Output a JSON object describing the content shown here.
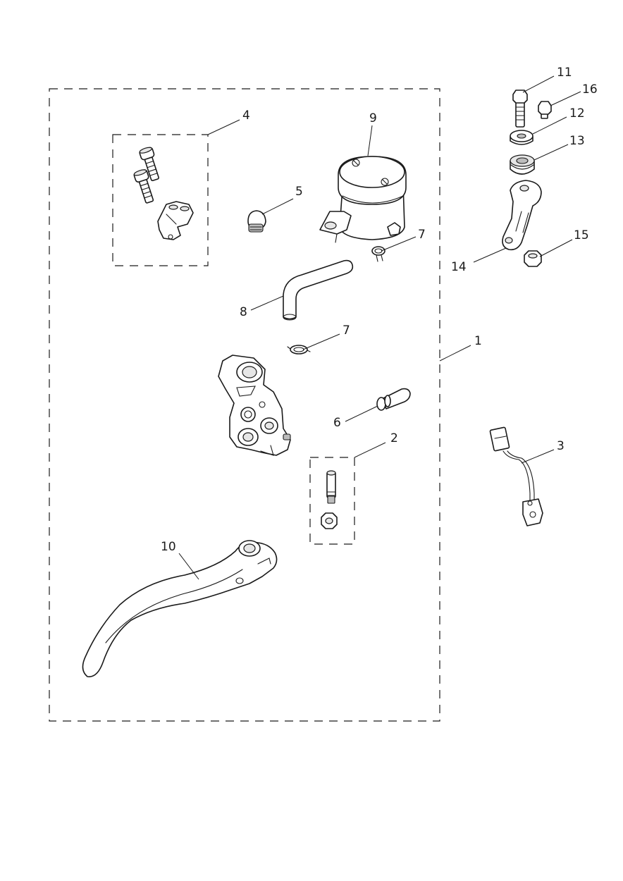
{
  "callouts": {
    "c1": "1",
    "c2": "2",
    "c3": "3",
    "c4": "4",
    "c5": "5",
    "c6": "6",
    "c7a": "7",
    "c7b": "7",
    "c8": "8",
    "c9": "9",
    "c10": "10",
    "c11": "11",
    "c12": "12",
    "c13": "13",
    "c14": "14",
    "c15": "15",
    "c16": "16"
  }
}
